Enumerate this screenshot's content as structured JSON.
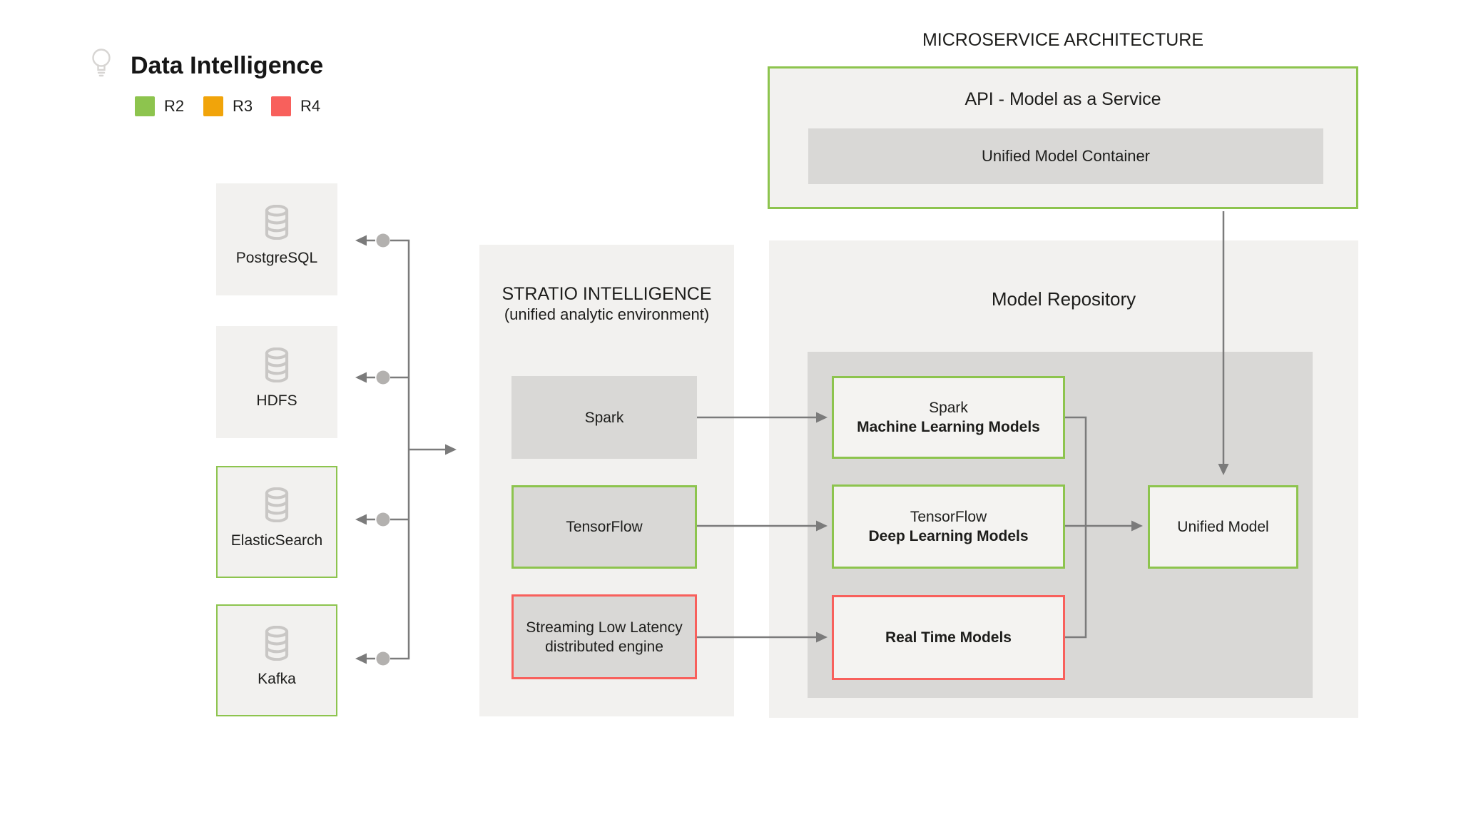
{
  "header": {
    "title": "Data Intelligence",
    "legend": [
      {
        "label": "R2",
        "color": "#8dc44e"
      },
      {
        "label": "R3",
        "color": "#f1a40a"
      },
      {
        "label": "R4",
        "color": "#f8605c"
      }
    ]
  },
  "microservice": {
    "heading": "MICROSERVICE ARCHITECTURE",
    "api_title": "API - Model as a Service",
    "container_label": "Unified Model Container"
  },
  "datasources": [
    {
      "label": "PostgreSQL"
    },
    {
      "label": "HDFS"
    },
    {
      "label": "ElasticSearch"
    },
    {
      "label": "Kafka"
    }
  ],
  "stratio": {
    "title": "STRATIO INTELLIGENCE",
    "subtitle": "(unified analytic environment)",
    "engines": [
      {
        "label": "Spark"
      },
      {
        "label": "TensorFlow"
      },
      {
        "line1": "Streaming Low Latency",
        "line2": "distributed engine"
      }
    ]
  },
  "repository": {
    "title": "Model Repository",
    "models": [
      {
        "line1": "Spark",
        "line2": "Machine Learning Models"
      },
      {
        "line1": "TensorFlow",
        "line2": "Deep Learning Models"
      },
      {
        "line2": "Real Time Models"
      }
    ],
    "unified": {
      "label": "Unified Model"
    }
  },
  "colors": {
    "green": "#8dc44e",
    "orange": "#f1a40a",
    "red": "#f8605c",
    "panel_gray": "#f2f1ef",
    "box_gray": "#d9d8d6",
    "line_gray": "#7b7b7b",
    "icon_gray": "#c9c7c5"
  }
}
